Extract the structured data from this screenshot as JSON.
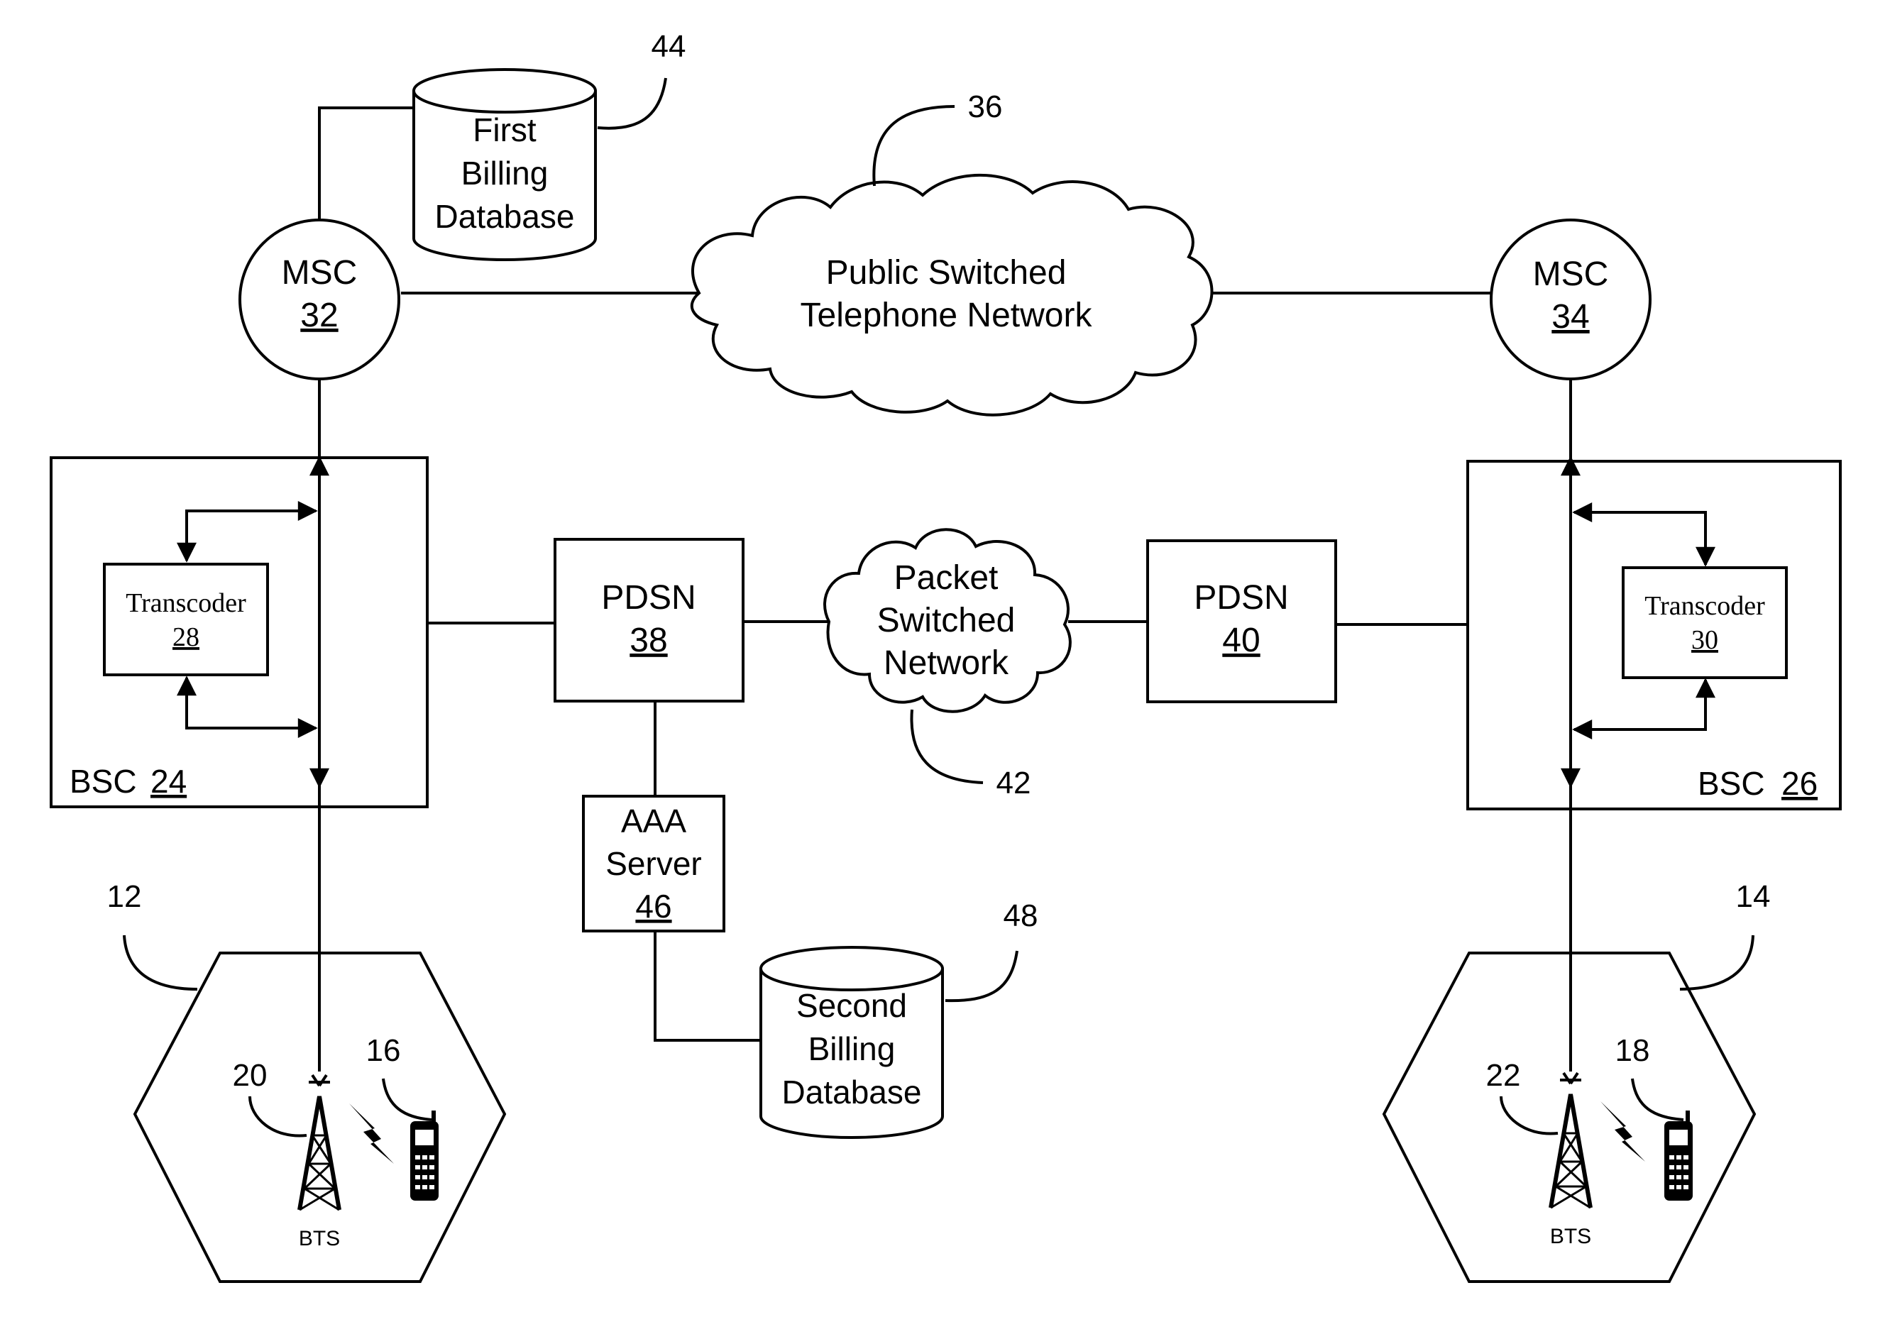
{
  "first_db": {
    "line1": "First",
    "line2": "Billing",
    "line3": "Database",
    "ref": "44"
  },
  "second_db": {
    "line1": "Second",
    "line2": "Billing",
    "line3": "Database",
    "ref": "48"
  },
  "msc_left": {
    "label": "MSC",
    "ref": "32"
  },
  "msc_right": {
    "label": "MSC",
    "ref": "34"
  },
  "pstn": {
    "line1": "Public Switched",
    "line2": "Telephone Network",
    "ref": "36"
  },
  "bsc_left": {
    "label": "BSC",
    "ref": "24"
  },
  "bsc_right": {
    "label": "BSC",
    "ref": "26"
  },
  "transcoder_left": {
    "label": "Transcoder",
    "ref": "28"
  },
  "transcoder_right": {
    "label": "Transcoder",
    "ref": "30"
  },
  "pdsn_left": {
    "label": "PDSN",
    "ref": "38"
  },
  "pdsn_right": {
    "label": "PDSN",
    "ref": "40"
  },
  "psn": {
    "line1": "Packet",
    "line2": "Switched",
    "line3": "Network",
    "ref": "42"
  },
  "aaa": {
    "line1": "AAA",
    "line2": "Server",
    "ref": "46"
  },
  "cell_left": {
    "ref": "12",
    "bts_label": "BTS",
    "bts_ref": "20",
    "phone_ref": "16"
  },
  "cell_right": {
    "ref": "14",
    "bts_label": "BTS",
    "bts_ref": "22",
    "phone_ref": "18"
  },
  "icons": [
    "antenna-tower-icon",
    "mobile-phone-icon",
    "lightning-bolt-icon",
    "cloud-icon",
    "database-cylinder-icon"
  ]
}
